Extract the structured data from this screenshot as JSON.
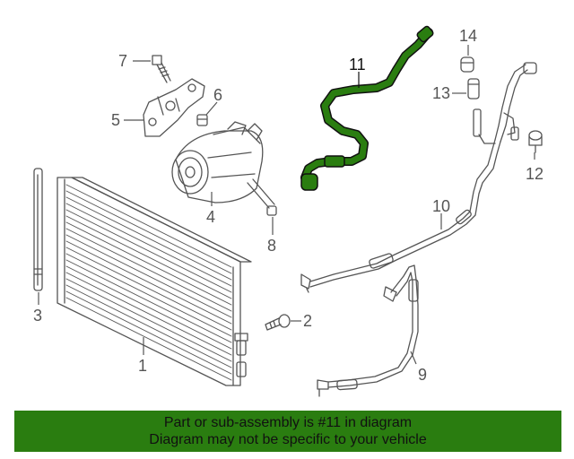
{
  "callouts": {
    "c1": "1",
    "c2": "2",
    "c3": "3",
    "c4": "4",
    "c5": "5",
    "c6": "6",
    "c7": "7",
    "c8": "8",
    "c9": "9",
    "c10": "10",
    "c11": "11",
    "c12": "12",
    "c13": "13",
    "c14": "14"
  },
  "highlighted_part": "11",
  "colors": {
    "highlight": "#2a7d10",
    "line": "#555555",
    "banner": "#2a7d10"
  },
  "banner": {
    "line1": "Part or sub-assembly is #11 in diagram",
    "line2": "Diagram may not be specific to your vehicle"
  }
}
